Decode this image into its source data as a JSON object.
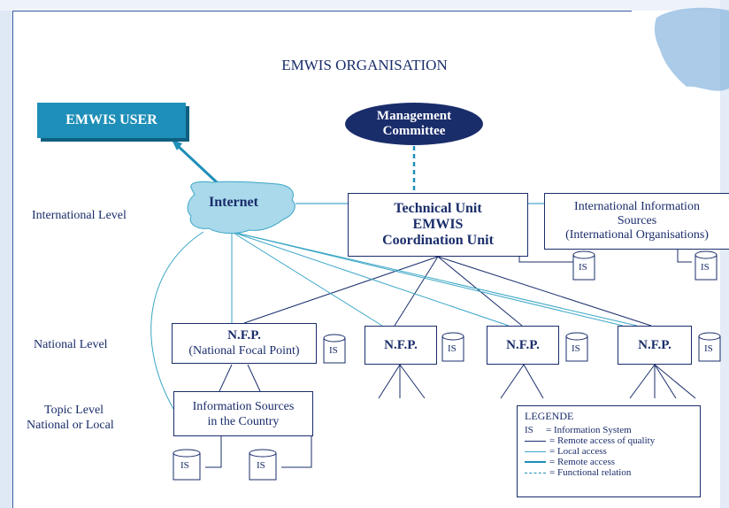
{
  "title": "EMWIS ORGANISATION",
  "levels": {
    "international": "International Level",
    "national": "National Level",
    "topic_line1": "Topic Level",
    "topic_line2": "National or Local"
  },
  "user_box": "EMWIS USER",
  "management": {
    "line1": "Management",
    "line2": "Committee"
  },
  "internet": "Internet",
  "technical_unit": {
    "line1": "Technical Unit",
    "line2": "EMWIS",
    "line3": "Coordination Unit"
  },
  "intl_sources": {
    "line1": "International Information",
    "line2": "Sources",
    "line3": "(International Organisations)"
  },
  "nfp_main": {
    "line1": "N.F.P.",
    "line2": "(National Focal Point)"
  },
  "nfp_label": "N.F.P.",
  "info_sources": {
    "line1": "Information Sources",
    "line2": "in the Country"
  },
  "is_label": "IS",
  "legend": {
    "title": "LEGENDE",
    "rows": [
      {
        "key": "IS",
        "value": "= Information System"
      },
      {
        "key": "",
        "value": "= Remote access of quality"
      },
      {
        "key": "",
        "value": "= Local access"
      },
      {
        "key": "",
        "value": "= Remote access"
      },
      {
        "key": "",
        "value": "= Functional relation"
      }
    ]
  },
  "colors": {
    "navy": "#1a2d6b",
    "teal": "#1e8fb8",
    "cloud": "#a9d9ea",
    "light_line": "#3aa6c6"
  }
}
